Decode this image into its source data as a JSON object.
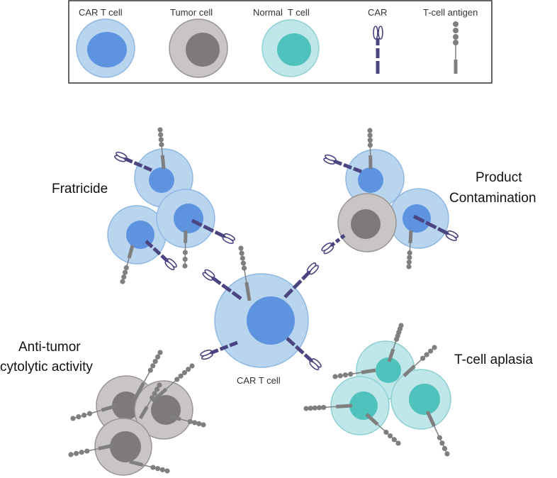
{
  "legend": {
    "car_t_cell": "CAR T cell",
    "tumor_cell": "Tumor cell",
    "normal_t_cell": "Normal  T cell",
    "car": "CAR",
    "t_cell_antigen": "T-cell antigen"
  },
  "scenarios": {
    "fratricide": "Fratricide",
    "product_contamination_line1": "Product",
    "product_contamination_line2": "Contamination",
    "anti_tumor_line1": "Anti-tumor",
    "anti_tumor_line2": "cytolytic activity",
    "t_cell_aplasia": "T-cell aplasia"
  },
  "center": {
    "label": "CAR T cell"
  },
  "colors": {
    "car_t_outer": "#b9d5ee",
    "car_t_stroke": "#8fb8e3",
    "car_t_nucleus": "#5e93e0",
    "tumor_outer": "#c9c5c4",
    "tumor_stroke": "#9a9594",
    "tumor_nucleus": "#7f7a79",
    "normal_outer": "#bfe6e8",
    "normal_stroke": "#8fd0d3",
    "normal_nucleus": "#4fc2bd",
    "car_receptor": "#4a4580",
    "antigen": "#7f7f7f"
  }
}
